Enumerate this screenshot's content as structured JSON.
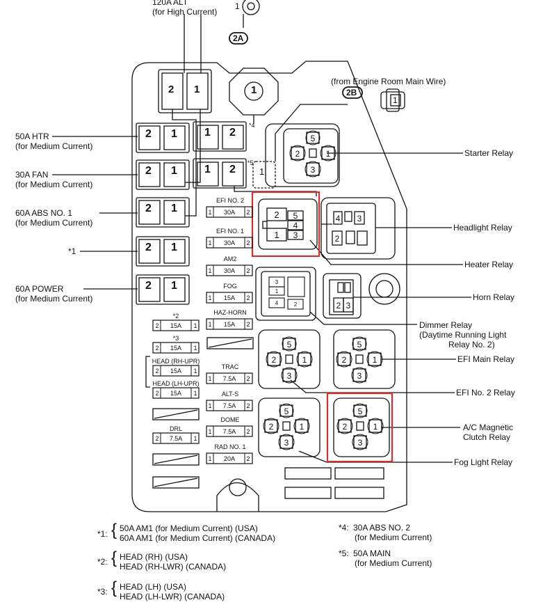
{
  "top_labels": {
    "alt_name": "120A ALT",
    "alt_sub": "(for High Current)",
    "circle_1": "1",
    "conn_2a": "2A",
    "engine_main": "(from Engine Room Main Wire)",
    "conn_2b": "2B"
  },
  "left_labels": [
    {
      "name": "50A HTR",
      "sub": "(for Medium Current)"
    },
    {
      "name": "30A FAN",
      "sub": "(for Medium Current)"
    },
    {
      "name": "60A ABS NO. 1",
      "sub": "(for Medium Current)"
    },
    {
      "name": "*1",
      "sub": ""
    },
    {
      "name": "60A POWER",
      "sub": "(for Medium Current)"
    }
  ],
  "right_labels": {
    "starter": "Starter Relay",
    "headlight": "Headlight Relay",
    "heater": "Heater Relay",
    "horn": "Horn Relay",
    "dimmer": "Dimmer Relay",
    "dimmer_sub1": "(Daytime Running Light",
    "dimmer_sub2": "Relay No. 2)",
    "efi_main": "EFI Main Relay",
    "efi2": "EFI No. 2 Relay",
    "ac1": "A/C Magnetic",
    "ac2": "Clutch Relay",
    "fog": "Fog Light Relay"
  },
  "fuses_center": [
    {
      "name": "EFI NO. 2",
      "value": "30A"
    },
    {
      "name": "EFI NO. 1",
      "value": "30A"
    },
    {
      "name": "AM2",
      "value": "30A"
    },
    {
      "name": "FOG",
      "value": "15A"
    },
    {
      "name": "HAZ-HORN",
      "value": "15A"
    },
    {
      "name": "TRAC",
      "value": "7.5A"
    },
    {
      "name": "ALT-S",
      "value": "7.5A"
    },
    {
      "name": "DOME",
      "value": "7.5A"
    },
    {
      "name": "RAD NO. 1",
      "value": "20A"
    }
  ],
  "fuses_left": [
    {
      "name": "*2",
      "value": "15A"
    },
    {
      "name": "*3",
      "value": "15A"
    },
    {
      "name": "HEAD (RH-UPR)",
      "value": "15A"
    },
    {
      "name": "HEAD (LH-UPR)",
      "value": "15A"
    },
    {
      "name": "DRL",
      "value": "7.5A"
    }
  ],
  "marks": {
    "star4": "*4",
    "star5": "*5"
  },
  "pins": {
    "p1": "1",
    "p2": "2",
    "p3": "3",
    "p4": "4",
    "p5": "5"
  },
  "notes": {
    "n1_key": "*1:",
    "n1_l1": "50A AM1 (for Medium Current) (USA)",
    "n1_l2": "60A AM1 (for Medium Current) (CANADA)",
    "n2_key": "*2:",
    "n2_l1": "HEAD (RH) (USA)",
    "n2_l2": "HEAD (RH-LWR) (CANADA)",
    "n3_key": "*3:",
    "n3_l1": "HEAD (LH) (USA)",
    "n3_l2": "HEAD (LH-LWR) (CANADA)",
    "n4_key": "*4:",
    "n4_l1": "30A ABS NO. 2",
    "n4_l2": "(for Medium Current)",
    "n5_key": "*5:",
    "n5_l1": "50A MAIN",
    "n5_l2": "(for Medium Current)"
  },
  "colors": {
    "ink": "#111111",
    "highlight": "#d32f2f"
  }
}
